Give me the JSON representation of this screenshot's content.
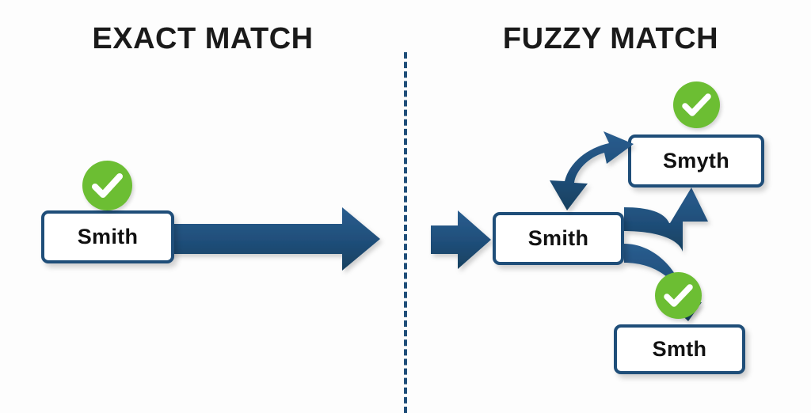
{
  "diagram": {
    "title_left": "EXACT MATCH",
    "title_right": "FUZZY MATCH",
    "background_color": "#fdfdfd",
    "accent_navy": "#1f4e79",
    "accent_green": "#6cbe33",
    "divider_style": "dashed-vertical"
  },
  "panels": {
    "exact": {
      "title": "EXACT MATCH",
      "source_box": {
        "label": "Smith",
        "checked": true
      },
      "arrow": {
        "kind": "straight-right-arrow",
        "direction": "right"
      }
    },
    "fuzzy": {
      "title": "FUZZY MATCH",
      "entry_arrow": {
        "kind": "block-right-arrow",
        "direction": "right"
      },
      "source_box": {
        "label": "Smith",
        "checked": false
      },
      "match_boxes": [
        {
          "label": "Smyth",
          "checked": true
        },
        {
          "label": "Smth",
          "checked": true
        }
      ],
      "connectors": [
        {
          "kind": "curved-double-headed-arrow",
          "from": "Smith",
          "to": "Smyth"
        },
        {
          "kind": "curved-arrow-up",
          "from": "Smith",
          "to": "Smyth"
        },
        {
          "kind": "curved-arrow-down",
          "from": "Smith",
          "to": "Smth"
        }
      ]
    }
  },
  "icons": {
    "check": "check-circle-icon",
    "arrow_right": "arrow-right-icon",
    "arrow_curved": "curved-arrow-icon"
  }
}
